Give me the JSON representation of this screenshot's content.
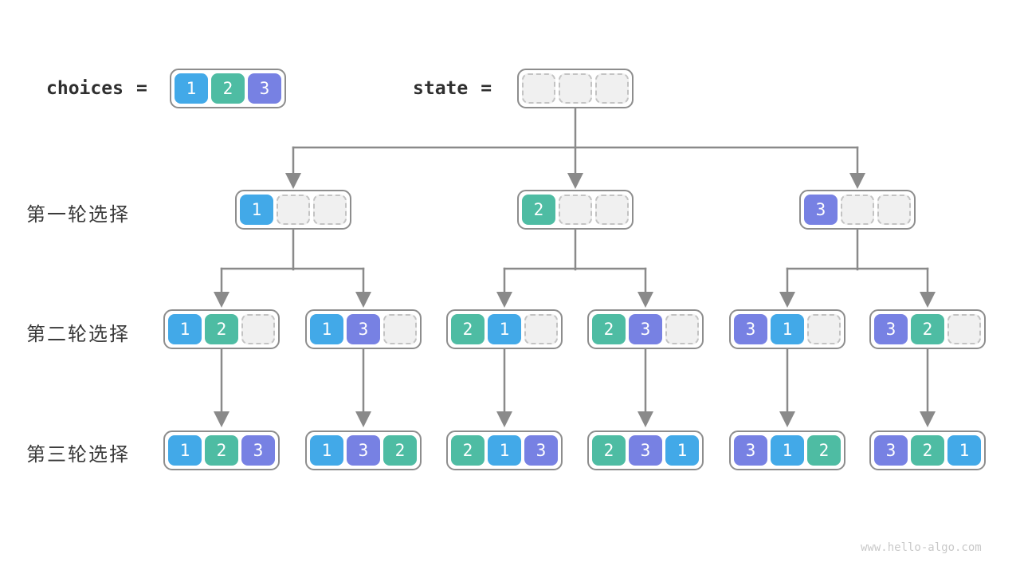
{
  "colors": {
    "1": "#42A9E8",
    "2": "#4EBCA3",
    "3": "#7781E3"
  },
  "header": {
    "choices_label": "choices",
    "state_label": "state",
    "equals": "=",
    "choices_cells": [
      "1",
      "2",
      "3"
    ],
    "state_cells": [
      "",
      "",
      ""
    ]
  },
  "rows": [
    {
      "label": "第一轮选择"
    },
    {
      "label": "第二轮选择"
    },
    {
      "label": "第三轮选择"
    }
  ],
  "tree": {
    "level1": [
      [
        "1",
        "",
        ""
      ],
      [
        "2",
        "",
        ""
      ],
      [
        "3",
        "",
        ""
      ]
    ],
    "level2": [
      [
        "1",
        "2",
        ""
      ],
      [
        "1",
        "3",
        ""
      ],
      [
        "2",
        "1",
        ""
      ],
      [
        "2",
        "3",
        ""
      ],
      [
        "3",
        "1",
        ""
      ],
      [
        "3",
        "2",
        ""
      ]
    ],
    "level3": [
      [
        "1",
        "2",
        "3"
      ],
      [
        "1",
        "3",
        "2"
      ],
      [
        "2",
        "1",
        "3"
      ],
      [
        "2",
        "3",
        "1"
      ],
      [
        "3",
        "1",
        "2"
      ],
      [
        "3",
        "2",
        "1"
      ]
    ]
  },
  "footer": {
    "watermark": "www.hello-algo.com"
  }
}
